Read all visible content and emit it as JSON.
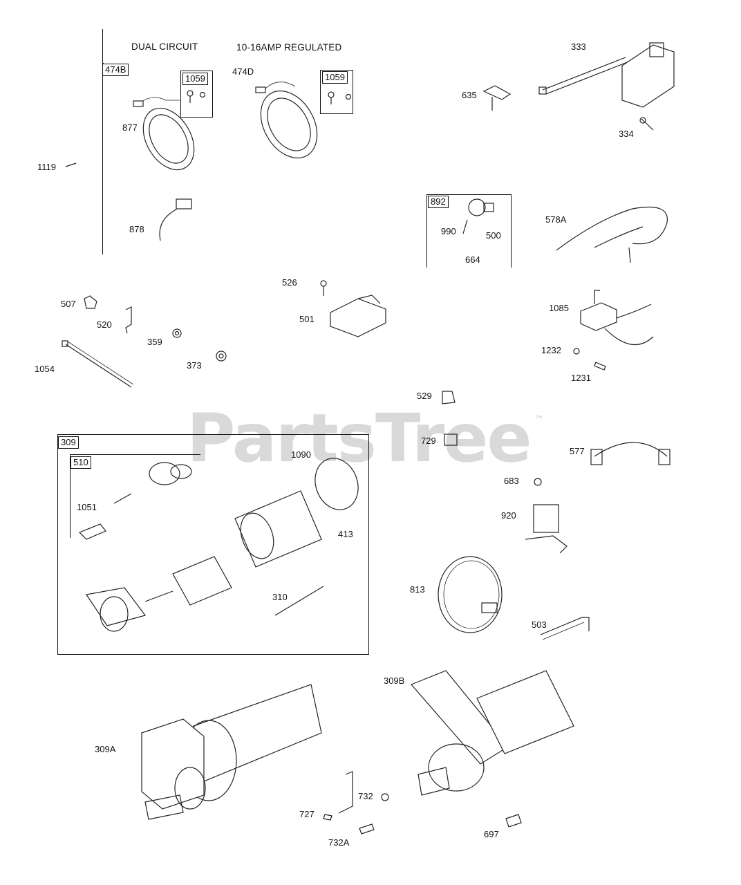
{
  "watermark": {
    "text": "PartsTree",
    "trademark": "™"
  },
  "headers": {
    "dual_circuit": "DUAL CIRCUIT",
    "regulated": "10-16AMP REGULATED"
  },
  "boxes": {
    "b474B": "474B",
    "b1059a": "1059",
    "b1059b": "1059",
    "b892": "892",
    "b309": "309",
    "b510": "510"
  },
  "labels": {
    "p1119": "1119",
    "p877": "877",
    "p878": "878",
    "p474D": "474D",
    "p635": "635",
    "p333": "333",
    "p334": "334",
    "p990": "990",
    "p500": "500",
    "p664": "664",
    "p578A": "578A",
    "p526": "526",
    "p501": "501",
    "p507": "507",
    "p520": "520",
    "p359": "359",
    "p373": "373",
    "p1054": "1054",
    "p1085": "1085",
    "p1232": "1232",
    "p1231": "1231",
    "p529": "529",
    "p729": "729",
    "p577": "577",
    "p683": "683",
    "p920": "920",
    "p1090": "1090",
    "p1051": "1051",
    "p413": "413",
    "p310": "310",
    "p813": "813",
    "p503": "503",
    "p309B": "309B",
    "p309A": "309A",
    "p732": "732",
    "p727": "727",
    "p732A": "732A",
    "p697": "697"
  }
}
